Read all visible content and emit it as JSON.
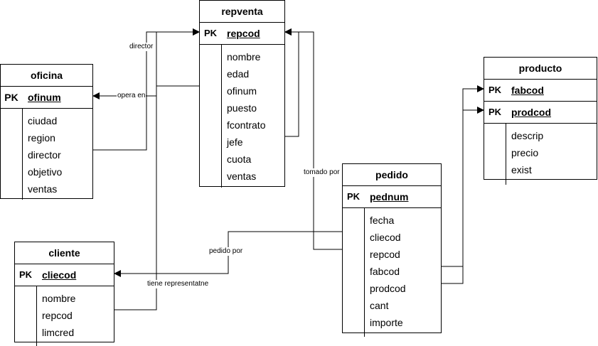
{
  "tables": {
    "repventa": {
      "title": "repventa",
      "keys": [
        {
          "tag": "PK",
          "name": "repcod"
        }
      ],
      "fields": [
        "nombre",
        "edad",
        "ofinum",
        "puesto",
        "fcontrato",
        "jefe",
        "cuota",
        "ventas"
      ]
    },
    "oficina": {
      "title": "oficina",
      "keys": [
        {
          "tag": "PK",
          "name": "ofinum"
        }
      ],
      "fields": [
        "ciudad",
        "region",
        "director",
        "objetivo",
        "ventas"
      ]
    },
    "producto": {
      "title": "producto",
      "keys": [
        {
          "tag": "PK",
          "name": "fabcod"
        },
        {
          "tag": "PK",
          "name": "prodcod"
        }
      ],
      "fields": [
        "descrip",
        "precio",
        "exist"
      ]
    },
    "pedido": {
      "title": "pedido",
      "keys": [
        {
          "tag": "PK",
          "name": "pednum"
        }
      ],
      "fields": [
        "fecha",
        "cliecod",
        "repcod",
        "fabcod",
        "prodcod",
        "cant",
        "importe"
      ]
    },
    "cliente": {
      "title": "cliente",
      "keys": [
        {
          "tag": "PK",
          "name": "cliecod"
        }
      ],
      "fields": [
        "nombre",
        "repcod",
        "limcred"
      ]
    }
  },
  "edge_labels": {
    "director": "director",
    "opera_en": "opera en",
    "tomado_por": "tomado por",
    "pedido_por": "pedido por",
    "tiene_representante": "tiene representatne"
  }
}
